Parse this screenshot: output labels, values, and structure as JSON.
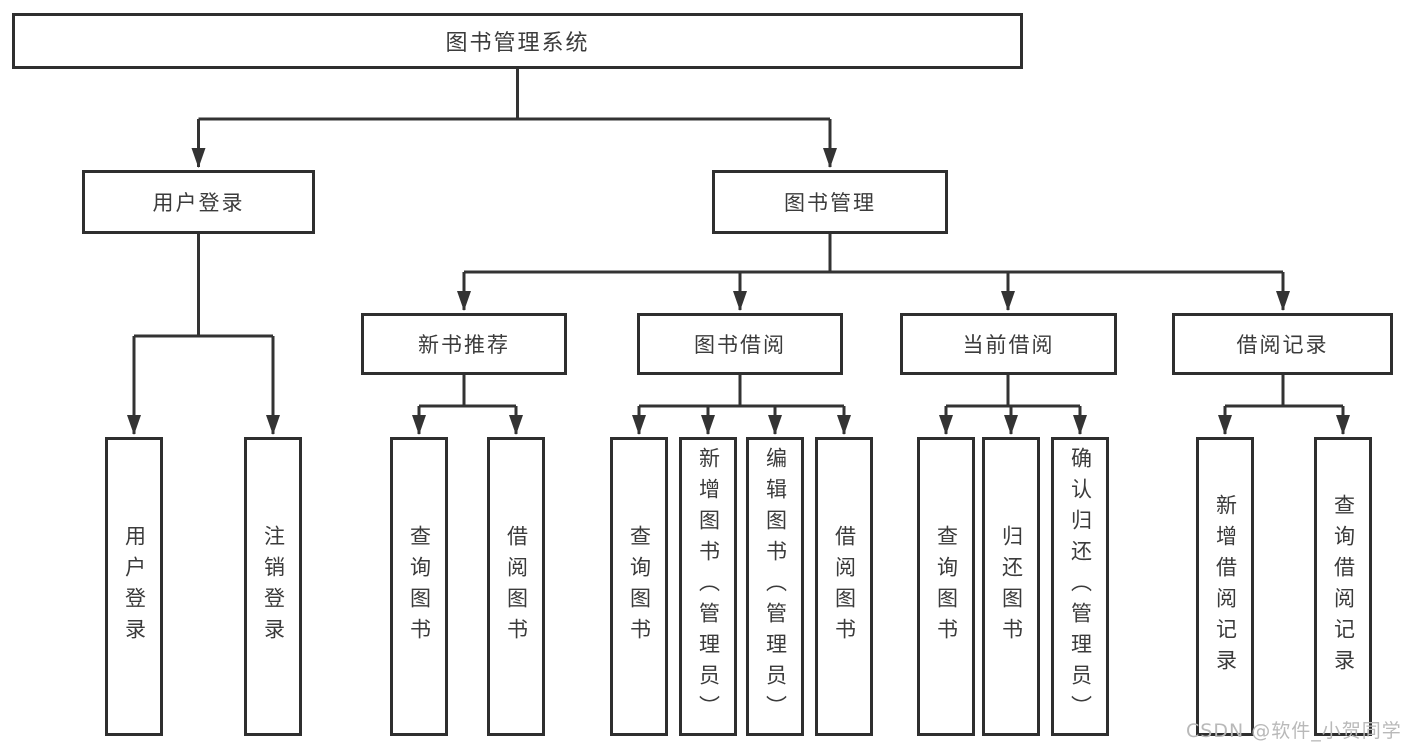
{
  "tree": {
    "root": {
      "label": "图书管理系统"
    },
    "branches": [
      {
        "label": "用户登录",
        "children": [
          {
            "label": "用户登录"
          },
          {
            "label": "注销登录"
          }
        ]
      },
      {
        "label": "图书管理",
        "children": [
          {
            "label": "新书推荐",
            "children": [
              {
                "label": "查询图书"
              },
              {
                "label": "借阅图书"
              }
            ]
          },
          {
            "label": "图书借阅",
            "children": [
              {
                "label": "查询图书"
              },
              {
                "label": "新增图书（管理员）"
              },
              {
                "label": "编辑图书（管理员）"
              },
              {
                "label": "借阅图书"
              }
            ]
          },
          {
            "label": "当前借阅",
            "children": [
              {
                "label": "查询图书"
              },
              {
                "label": "归还图书"
              },
              {
                "label": "确认归还（管理员）"
              }
            ]
          },
          {
            "label": "借阅记录",
            "children": [
              {
                "label": "新增借阅记录"
              },
              {
                "label": "查询借阅记录"
              }
            ]
          }
        ]
      }
    ]
  },
  "watermark": {
    "text": "CSDN @软件_小贺同学"
  },
  "colors": {
    "line": "#333333",
    "box_border": "#2f2f2f",
    "box_bg": "#ffffff",
    "text": "#3b3b3b",
    "watermark": "#b9b9b9"
  }
}
